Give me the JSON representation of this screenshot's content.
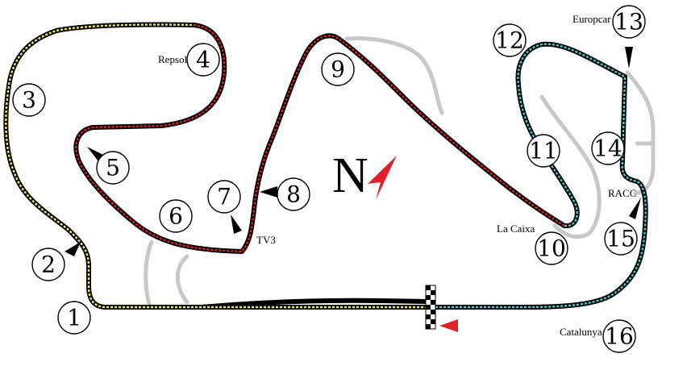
{
  "map": {
    "north_label": "N",
    "colors": {
      "sector1": "#f2ea4b",
      "sector2": "#e0202a",
      "sector3": "#3fd0d0",
      "track": "#000000",
      "runoff": "#c8c8c8",
      "arrow": "#e0202a"
    },
    "turns": [
      {
        "number": "1"
      },
      {
        "number": "2"
      },
      {
        "number": "3"
      },
      {
        "number": "4"
      },
      {
        "number": "5"
      },
      {
        "number": "6"
      },
      {
        "number": "7"
      },
      {
        "number": "8"
      },
      {
        "number": "9"
      },
      {
        "number": "10"
      },
      {
        "number": "11"
      },
      {
        "number": "12"
      },
      {
        "number": "13"
      },
      {
        "number": "14"
      },
      {
        "number": "15"
      },
      {
        "number": "16"
      }
    ],
    "sponsors": {
      "repsol": "Repsol",
      "tv3": "TV3",
      "la_caixa": "La Caixa",
      "europcar": "Europcar",
      "racc": "RACC",
      "catalunya": "Catalunya"
    }
  }
}
